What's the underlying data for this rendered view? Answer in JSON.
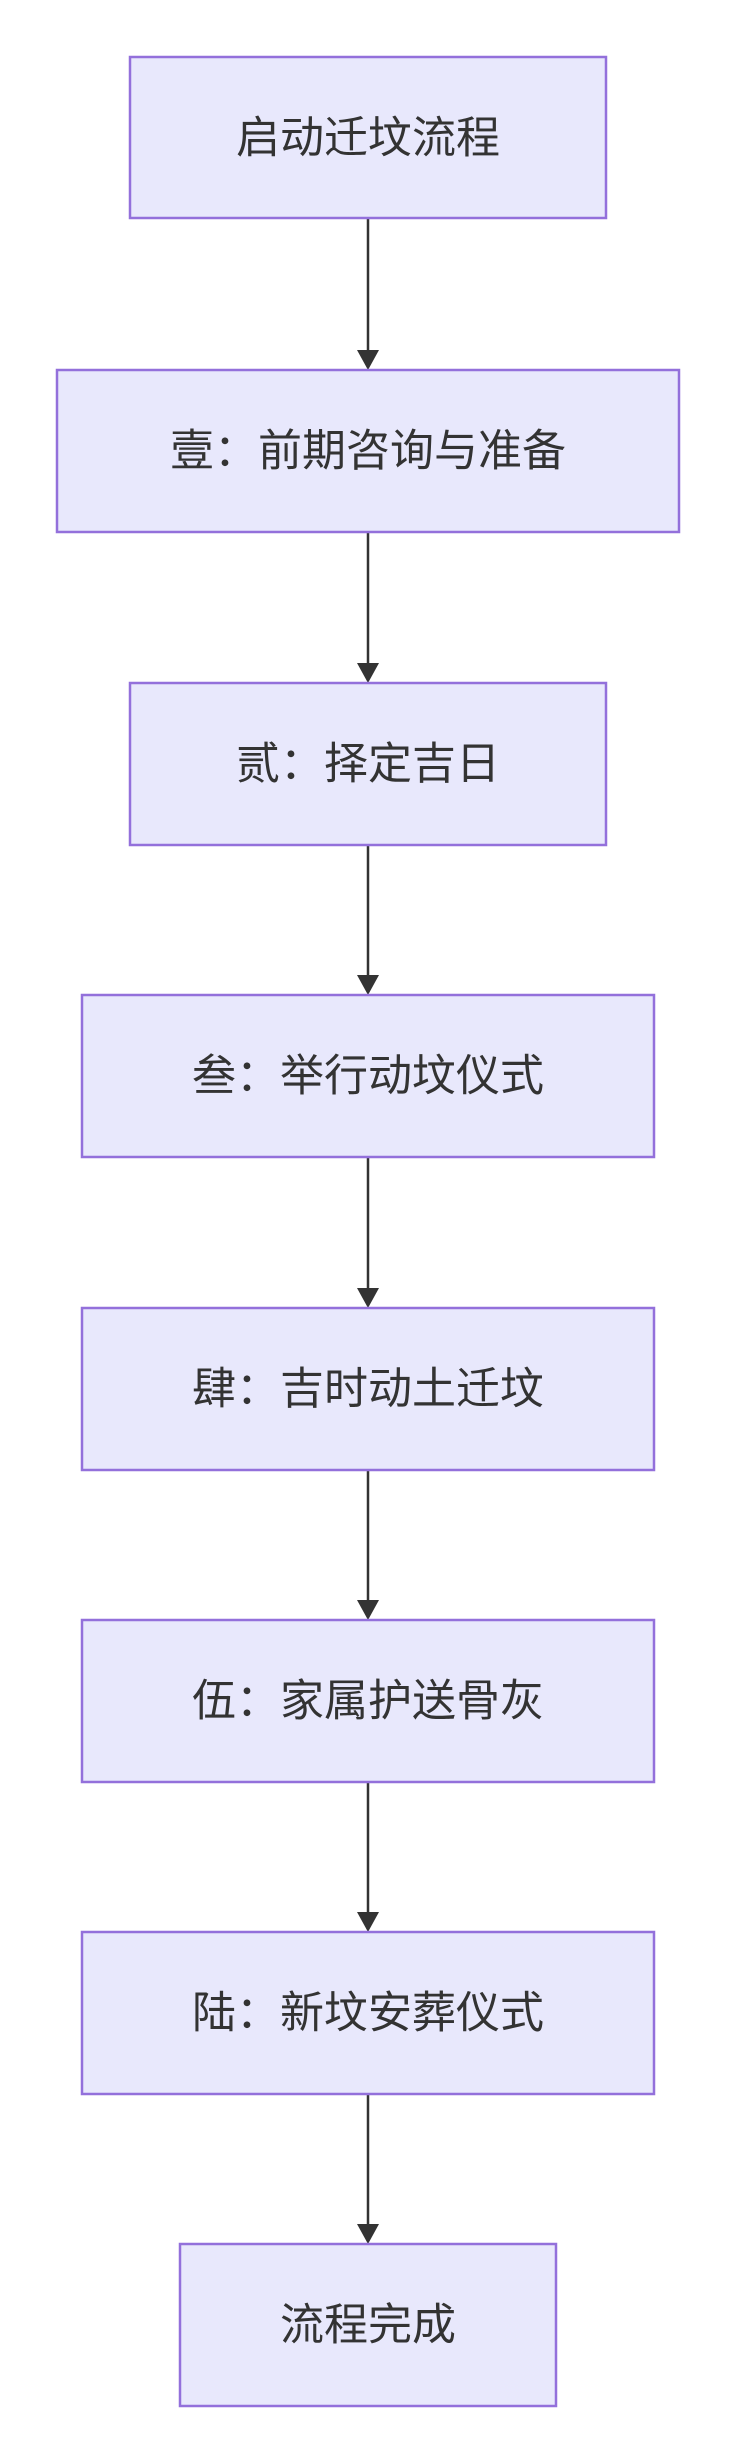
{
  "colors": {
    "node_fill": "#e8e8fc",
    "node_border": "#9370db",
    "text": "#333333",
    "edge": "#333333",
    "background": "#ffffff"
  },
  "nodes": [
    {
      "id": "start",
      "label": "启动迁坟流程"
    },
    {
      "id": "step1",
      "label": "壹：前期咨询与准备"
    },
    {
      "id": "step2",
      "label": "贰：择定吉日"
    },
    {
      "id": "step3",
      "label": "叁：举行动坟仪式"
    },
    {
      "id": "step4",
      "label": "肆：吉时动土迁坟"
    },
    {
      "id": "step5",
      "label": "伍：家属护送骨灰"
    },
    {
      "id": "step6",
      "label": "陆：新坟安葬仪式"
    },
    {
      "id": "end",
      "label": "流程完成"
    }
  ],
  "edges": [
    {
      "from": "start",
      "to": "step1"
    },
    {
      "from": "step1",
      "to": "step2"
    },
    {
      "from": "step2",
      "to": "step3"
    },
    {
      "from": "step3",
      "to": "step4"
    },
    {
      "from": "step4",
      "to": "step5"
    },
    {
      "from": "step5",
      "to": "step6"
    },
    {
      "from": "step6",
      "to": "end"
    }
  ]
}
